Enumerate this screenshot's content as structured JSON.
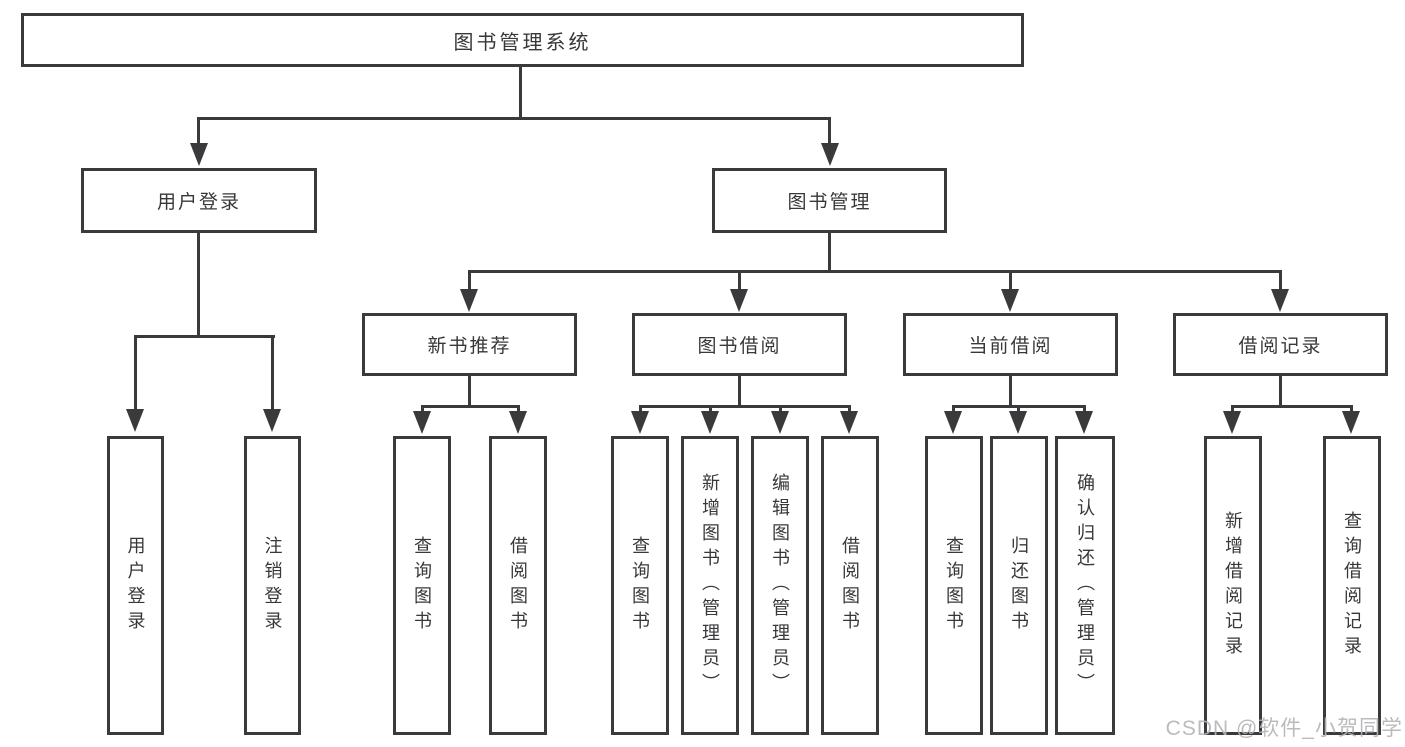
{
  "diagram": {
    "root": {
      "label": "图书管理系统"
    },
    "branches": [
      {
        "label": "用户登录",
        "children": [
          {
            "label": "用户登录"
          },
          {
            "label": "注销登录"
          }
        ]
      },
      {
        "label": "图书管理",
        "children": [
          {
            "label": "新书推荐",
            "children": [
              {
                "label": "查询图书"
              },
              {
                "label": "借阅图书"
              }
            ]
          },
          {
            "label": "图书借阅",
            "children": [
              {
                "label": "查询图书"
              },
              {
                "label": "新增图书（管理员）"
              },
              {
                "label": "编辑图书（管理员）"
              },
              {
                "label": "借阅图书"
              }
            ]
          },
          {
            "label": "当前借阅",
            "children": [
              {
                "label": "查询图书"
              },
              {
                "label": "归还图书"
              },
              {
                "label": "确认归还（管理员）"
              }
            ]
          },
          {
            "label": "借阅记录",
            "children": [
              {
                "label": "新增借阅记录"
              },
              {
                "label": "查询借阅记录"
              }
            ]
          }
        ]
      }
    ]
  },
  "watermark": {
    "text": "CSDN @软件_小贺同学"
  },
  "colors": {
    "line": "#3a3a3c",
    "text": "#38383b",
    "watermark": "#b4b4b8",
    "background": "#ffffff"
  }
}
